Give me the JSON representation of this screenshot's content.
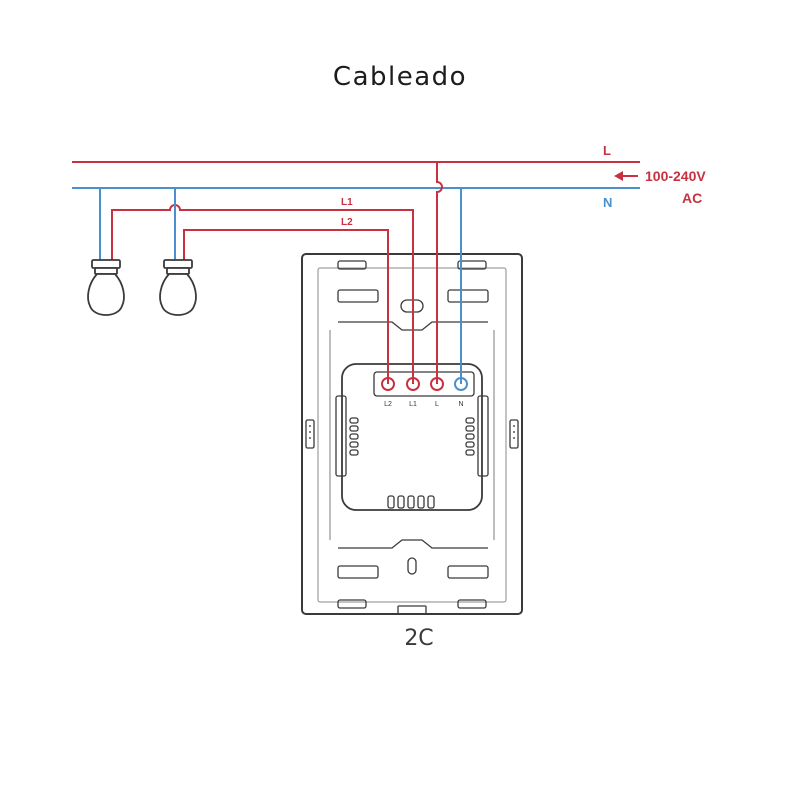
{
  "title": "Cableado",
  "model_label": "2C",
  "wires": {
    "line_label": "L",
    "neutral_label": "N",
    "l1_label": "L1",
    "l2_label": "L2",
    "supply_voltage": "100-240V",
    "supply_type": "AC"
  },
  "terminals": [
    "L2",
    "L1",
    "L",
    "N"
  ],
  "colors": {
    "live": "#c8313f",
    "neutral": "#4a8fce",
    "outline": "#3a3a3a"
  },
  "icons": [
    "bulb-icon",
    "bulb-icon",
    "arrow-left-icon"
  ]
}
